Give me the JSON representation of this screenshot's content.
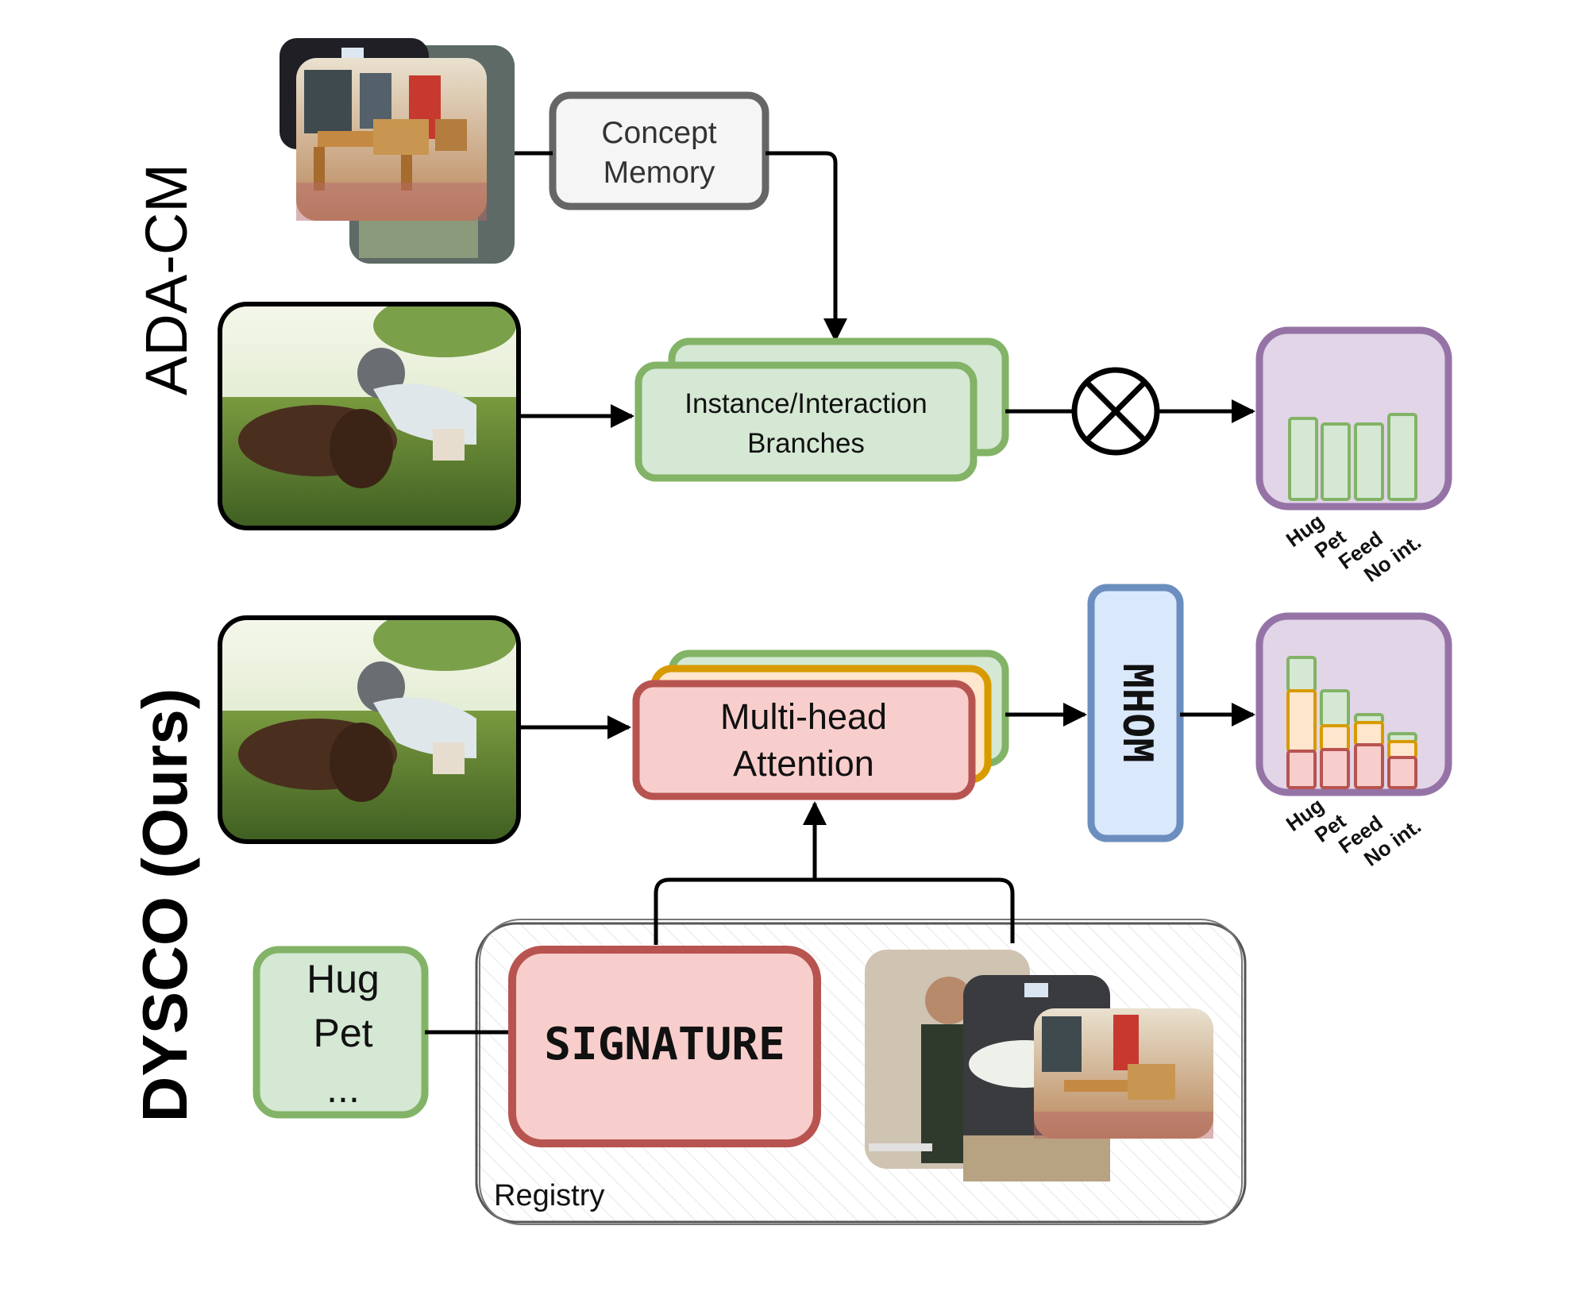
{
  "sections": {
    "top_label": "ADA-CM",
    "bottom_label": "DYSCO (Ours)"
  },
  "top": {
    "concept_memory": [
      "Concept",
      "Memory"
    ],
    "branches": [
      "Instance/Interaction",
      "Branches"
    ]
  },
  "bottom": {
    "attention": [
      "Multi-head",
      "Attention"
    ],
    "mhom": "MHOM",
    "signature": "SIGNATURE",
    "registry": "Registry",
    "classes_box": [
      "Hug",
      "Pet",
      "..."
    ]
  },
  "charts": {
    "class_labels": [
      "Hug",
      "Pet",
      "Feed",
      "No int."
    ]
  },
  "colors": {
    "green_stroke": "#82b366",
    "green_fill": "#d5e8d4",
    "red_stroke": "#b85450",
    "red_fill": "#f8cecc",
    "orange_stroke": "#d79b00",
    "orange_fill": "#ffe6cc",
    "blue_stroke": "#6c8ebf",
    "blue_fill": "#dae8fc",
    "purple_stroke": "#9673a6",
    "purple_fill": "#e1d5e7",
    "gray_stroke": "#666666",
    "gray_fill": "#f5f5f5"
  },
  "icons": [
    "photo-stack",
    "cow-hug-photo",
    "tensor-product-symbol",
    "arrow"
  ]
}
